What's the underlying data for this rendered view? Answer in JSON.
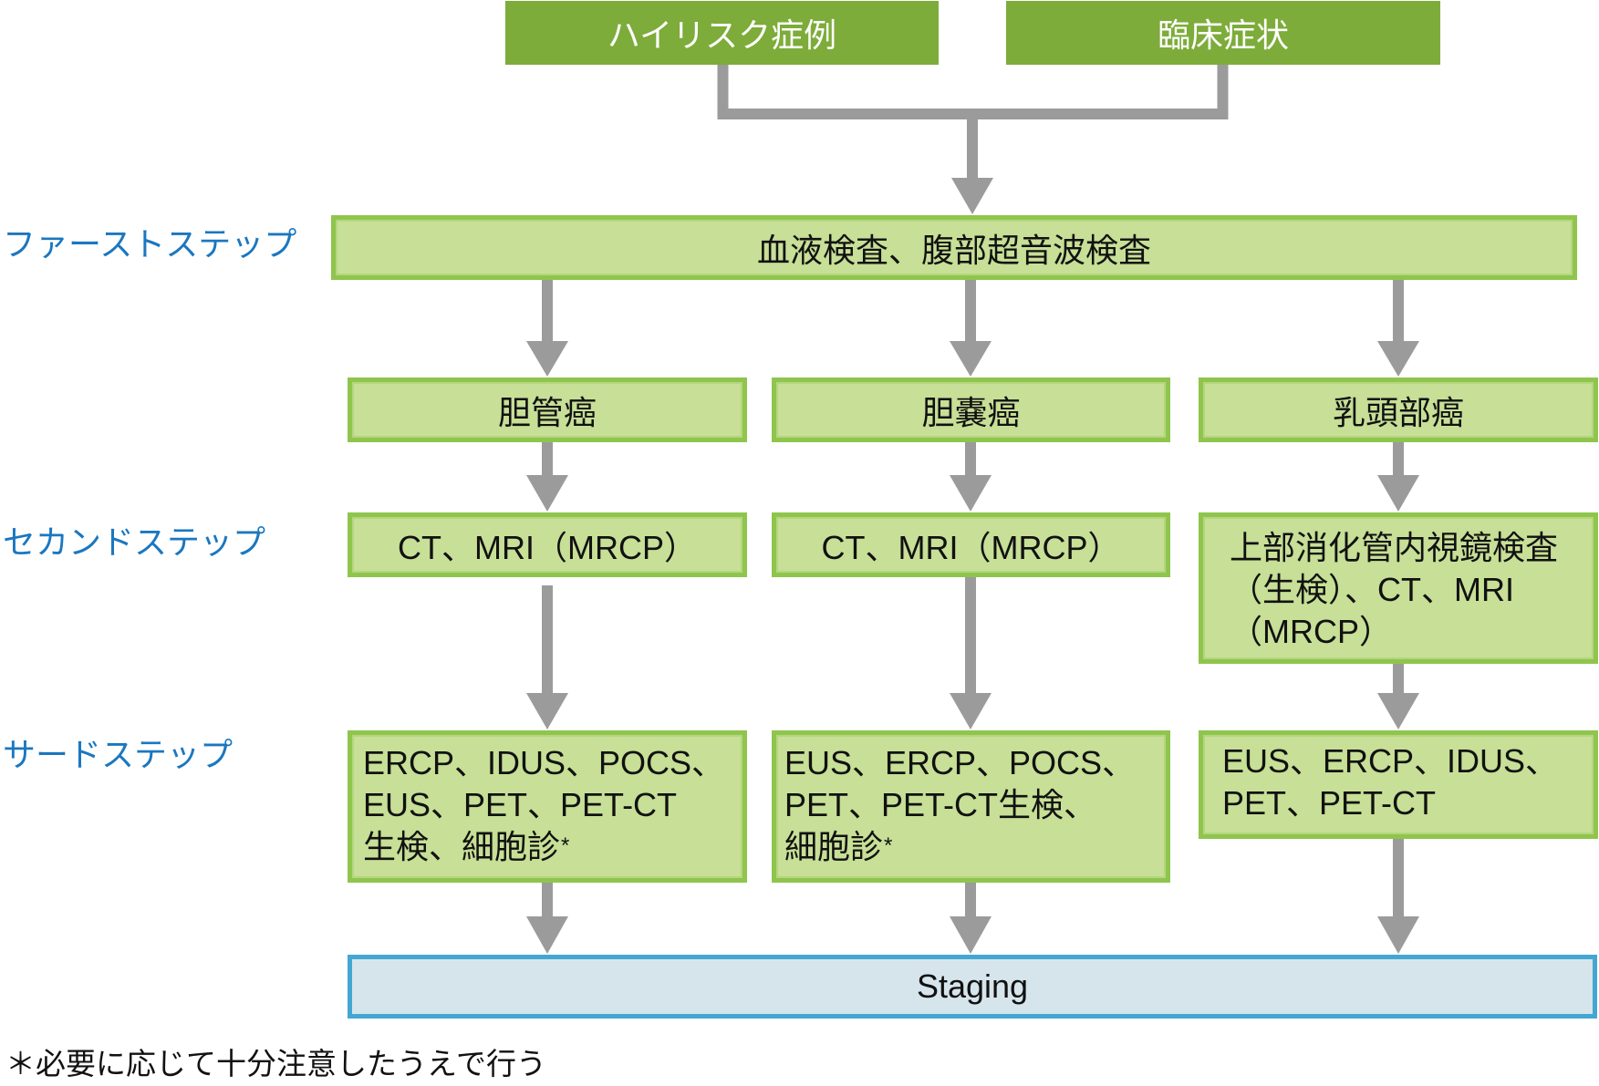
{
  "diagram": {
    "entry_points": [
      {
        "label": "ハイリスク症例"
      },
      {
        "label": "臨床症状"
      }
    ],
    "step_labels": {
      "first": "ファーストステップ",
      "second": "セカンドステップ",
      "third": "サードステップ"
    },
    "first_step": {
      "label": "血液検査、腹部超音波検査"
    },
    "columns": [
      {
        "disease": "胆管癌",
        "second_step": {
          "lines": [
            "CT、MRI（MRCP）"
          ]
        },
        "third_step": {
          "lines": [
            "ERCP、IDUS、POCS、",
            "EUS、PET、PET-CT",
            "生検、細胞診"
          ],
          "note_mark": "*"
        }
      },
      {
        "disease": "胆嚢癌",
        "second_step": {
          "lines": [
            "CT、MRI（MRCP）"
          ]
        },
        "third_step": {
          "lines": [
            "EUS、ERCP、POCS、",
            "PET、PET-CT生検、",
            "細胞診"
          ],
          "note_mark": "*"
        }
      },
      {
        "disease": "乳頭部癌",
        "second_step": {
          "lines": [
            "上部消化管内視鏡検査",
            "（生検）、CT、MRI",
            "（MRCP）"
          ]
        },
        "third_step": {
          "lines": [
            "EUS、ERCP、IDUS、",
            "PET、PET-CT"
          ]
        }
      }
    ],
    "outcome": {
      "label": "Staging"
    },
    "footnote": "＊必要に応じて十分注意したうえで行う"
  },
  "colors": {
    "entry_box": "#7dac3a",
    "step_box_fill": "#c7df96",
    "step_box_border": "#8fc54c",
    "staging_fill": "#d6e5ec",
    "staging_border": "#43a7d2",
    "arrow": "#9b9b9b",
    "step_label": "#1b77c0"
  }
}
